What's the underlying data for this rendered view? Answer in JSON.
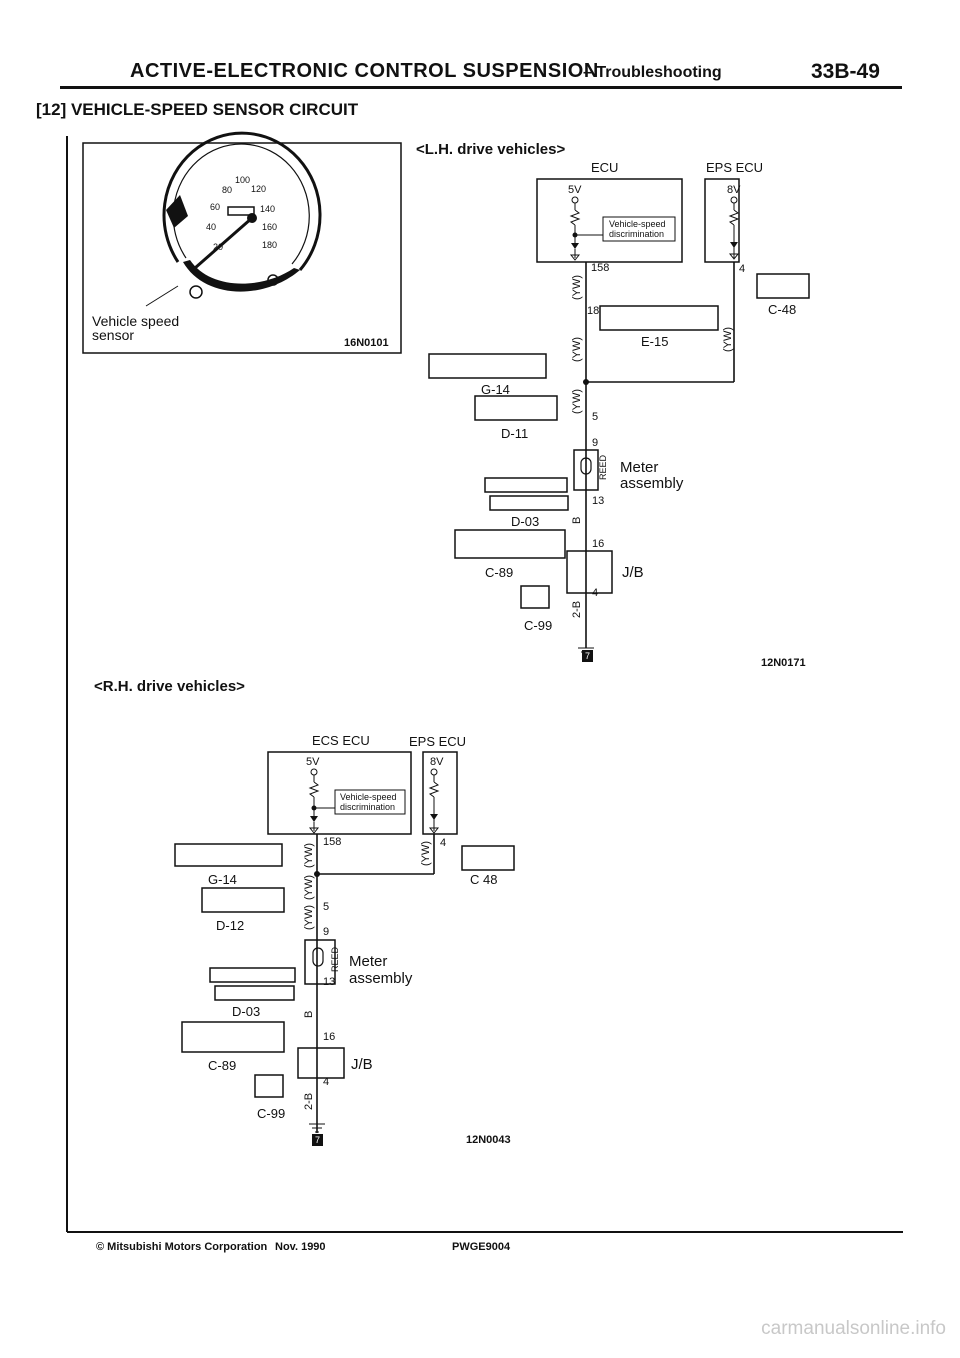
{
  "header": {
    "title": "ACTIVE-ELECTRONIC CONTROL SUSPENSION",
    "subtitle": "– Troubleshooting",
    "page_number": "33B-49"
  },
  "section_title": "[12] VEHICLE-SPEED SENSOR CIRCUIT",
  "speedometer": {
    "label_line1": "Vehicle speed",
    "label_line2": "sensor",
    "figure_code": "16N0101",
    "dial_numbers": [
      "20",
      "40",
      "60",
      "80",
      "100",
      "120",
      "140",
      "160",
      "180"
    ]
  },
  "lh": {
    "heading": "<L.H. drive vehicles>",
    "ecu_label": "ECU",
    "eps_label": "EPS ECU",
    "ecu_voltage": "5V",
    "eps_voltage": "8V",
    "discrimination_line1": "Vehicle-speed",
    "discrimination_line2": "discrimination",
    "pins": [
      "158",
      "4",
      "18",
      "5",
      "9",
      "13",
      "16",
      "4"
    ],
    "wire_codes": [
      "(YW)",
      "(YW)",
      "(YW)",
      "(YW)",
      "B",
      "2-B"
    ],
    "connectors": [
      "C-48",
      "E-15",
      "G-14",
      "D-11",
      "D-03",
      "C-89",
      "C-99"
    ],
    "meter_line1": "Meter",
    "meter_line2": "assembly",
    "reed_label": "REED",
    "jb_label": "J/B",
    "ground_tag": "7",
    "figure_code": "12N0171"
  },
  "rh": {
    "heading": "<R.H. drive vehicles>",
    "ecu_label": "ECS ECU",
    "eps_label": "EPS ECU",
    "ecu_voltage": "5V",
    "eps_voltage": "8V",
    "discrimination_line1": "Vehicle-speed",
    "discrimination_line2": "discrimination",
    "pins": [
      "158",
      "4",
      "5",
      "9",
      "13",
      "16",
      "4"
    ],
    "wire_codes": [
      "(YW)",
      "(YW)",
      "(YW)",
      "(YW)",
      "B",
      "2-B"
    ],
    "connectors": [
      "G-14",
      "C 48",
      "D-12",
      "D-03",
      "C-89",
      "C-99"
    ],
    "meter_line1": "Meter",
    "meter_line2": "assembly",
    "reed_label": "REED",
    "jb_label": "J/B",
    "ground_tag": "7",
    "figure_code": "12N0043"
  },
  "footer": {
    "copyright": "© Mitsubishi Motors Corporation",
    "date": "Nov. 1990",
    "code": "PWGE9004"
  },
  "watermark": "carmanualsonline.info",
  "colors": {
    "ink": "#111111",
    "paper": "#ffffff",
    "watermark": "#c8c8c8"
  }
}
